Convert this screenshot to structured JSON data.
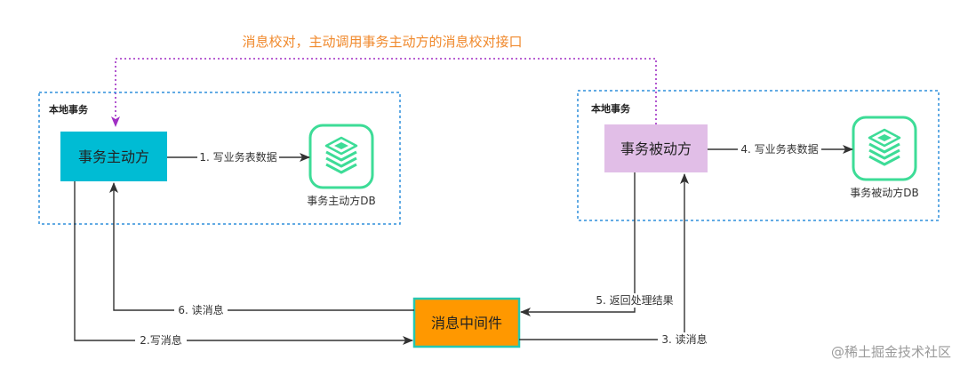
{
  "title": "消息校对，主动调用事务主动方的消息校对接口",
  "groups": {
    "left": "本地事务",
    "right": "本地事务"
  },
  "nodes": {
    "active": "事务主动方",
    "passive": "事务被动方",
    "mq": "消息中间件",
    "db_active": "事务主动方DB",
    "db_passive": "事务被动方DB"
  },
  "edges": {
    "e1": "1. 写业务表数据",
    "e2": "2.写消息",
    "e3": "3. 读消息",
    "e4": "4. 写业务表数据",
    "e5": "5. 返回处理结果",
    "e6": "6. 读消息"
  },
  "watermark": "@稀土掘金技术社区",
  "colors": {
    "active_fill": "#00bcd4",
    "passive_fill": "#e1bee7",
    "mq_fill": "#ff9800",
    "mq_border": "#26c6b0",
    "db_green": "#3ddc97",
    "group_border": "#2f8fdc",
    "title_orange": "#f0892c",
    "check_purple": "#a02fc4"
  },
  "icons": [
    "database-icon"
  ]
}
